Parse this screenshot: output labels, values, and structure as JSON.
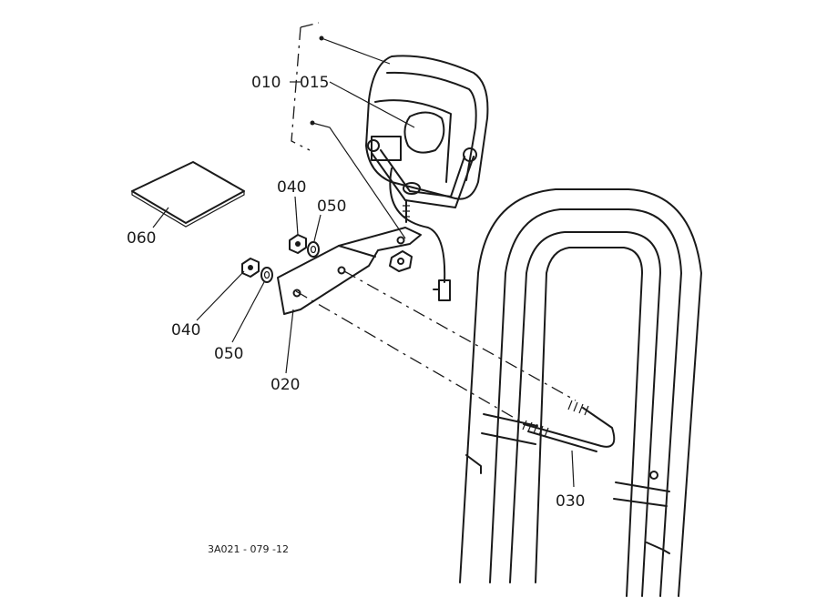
{
  "parts": [
    {
      "id": "p010",
      "label": "010"
    },
    {
      "id": "p015",
      "label": "015"
    },
    {
      "id": "p040a",
      "label": "040"
    },
    {
      "id": "p050a",
      "label": "050"
    },
    {
      "id": "p060",
      "label": "060"
    },
    {
      "id": "p040b",
      "label": "040"
    },
    {
      "id": "p050b",
      "label": "050"
    },
    {
      "id": "p020",
      "label": "020"
    },
    {
      "id": "p030",
      "label": "030"
    }
  ],
  "diagram_code": "3A021 - 079 -12"
}
